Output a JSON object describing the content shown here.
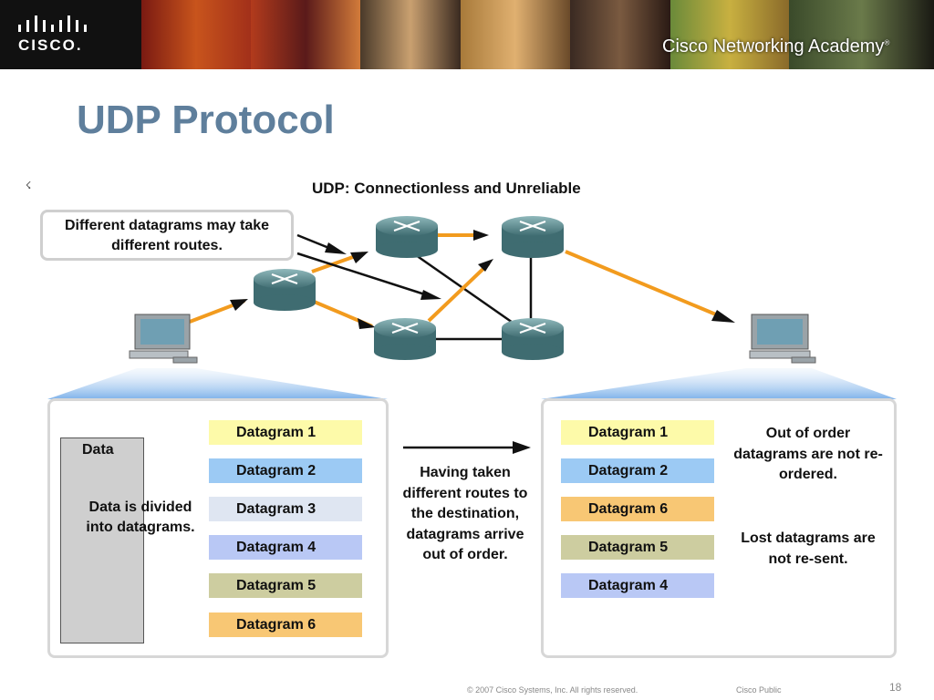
{
  "header": {
    "logo_text": "CISCO.",
    "academy": "Cisco Networking Academy",
    "academy_mark": "®"
  },
  "slide": {
    "title": "UDP Protocol",
    "cursor_glyph": "☇"
  },
  "diagram": {
    "title": "UDP: Connectionless and Unreliable",
    "callout": "Different datagrams may take different routes.",
    "left_panel": {
      "block_label": "Data",
      "description": "Data is divided into datagrams.",
      "datagrams": [
        {
          "label": "Datagram 1",
          "color": "#fdfaa9"
        },
        {
          "label": "Datagram 2",
          "color": "#9ccaf4"
        },
        {
          "label": "Datagram 3",
          "color": "#dfe6f2"
        },
        {
          "label": "Datagram 4",
          "color": "#b9c8f5"
        },
        {
          "label": "Datagram 5",
          "color": "#cdcda0"
        },
        {
          "label": "Datagram 6",
          "color": "#f8c774"
        }
      ]
    },
    "middle_text": "Having taken different routes to the destination, datagrams arrive out of order.",
    "right_panel": {
      "datagrams": [
        {
          "label": "Datagram 1",
          "color": "#fdfaa9"
        },
        {
          "label": "Datagram 2",
          "color": "#9ccaf4"
        },
        {
          "label": "Datagram 6",
          "color": "#f8c774"
        },
        {
          "label": "Datagram 5",
          "color": "#cdcda0"
        },
        {
          "label": "Datagram 4",
          "color": "#b9c8f5"
        }
      ],
      "note_out_of_order": "Out of order datagrams are not re-ordered.",
      "note_lost": "Lost datagrams are not re-sent."
    },
    "colors": {
      "path_highlight": "#f29b1e",
      "router_body": "#5f8f94",
      "title_blue": "#5f7f9c"
    }
  },
  "footer": {
    "copyright": "© 2007 Cisco Systems, Inc. All rights reserved.",
    "classification": "Cisco Public",
    "page_number": "18"
  }
}
